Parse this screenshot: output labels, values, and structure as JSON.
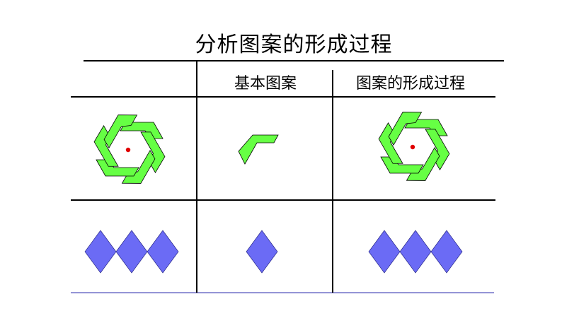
{
  "title": "分析图案的形成过程",
  "headers": {
    "basic_pattern": "基本图案",
    "formation_process": "图案的形成过程"
  },
  "colors": {
    "chevron_fill": "#66ff44",
    "diamond_fill": "#6b6bf5",
    "center_dot": "#e00000",
    "line": "#000000",
    "bottom_line": "#7070c8"
  },
  "rows": [
    {
      "figure": "rotating-chevron-hexagon",
      "basic_unit": "chevron",
      "copies": 6
    },
    {
      "figure": "diamond-row",
      "basic_unit": "diamond",
      "copies": 3
    }
  ]
}
